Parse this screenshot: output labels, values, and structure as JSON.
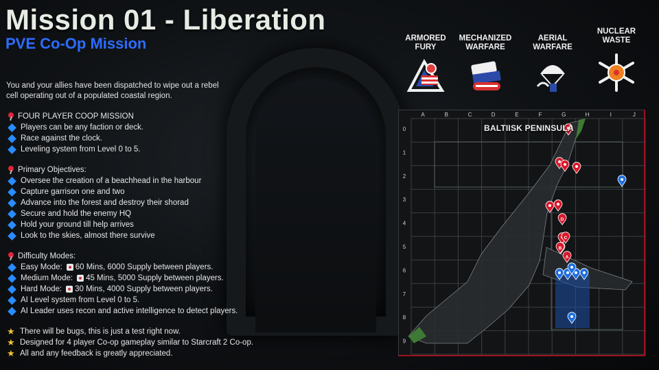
{
  "mission": {
    "title": "Mission 01 - Liberation",
    "subtitle": "PVE Co-Op Mission",
    "intro": "You and your allies have been dispatched to wipe out a rebel cell operating out of a populated coastal region."
  },
  "sections": [
    {
      "heading": "FOUR PLAYER COOP MISSION",
      "items": [
        "Players can be any faction or deck.",
        "Race against the clock.",
        "Leveling system from Level 0 to 5."
      ]
    },
    {
      "heading": "Primary Objectives:",
      "items": [
        "Oversee the creation of a beachhead in the harbour",
        "Capture garrison one and two",
        "Advance into the forest and destroy their shorad",
        "Secure and hold the enemy HQ",
        "Hold your ground till help arrives",
        "Look to the skies, almost there survive"
      ]
    },
    {
      "heading": "Difficulty Modes:",
      "modes": [
        {
          "label": "Easy Mode:",
          "detail": "60 Mins, 6000 Supply between players."
        },
        {
          "label": "Medium Mode:",
          "detail": "45 Mins, 5000 Supply between players."
        },
        {
          "label": "Hard Mode:",
          "detail": "30 Mins, 4000 Supply between players."
        }
      ],
      "items": [
        "AI Level system from Level 0 to 5.",
        "AI Leader uses recon and active intelligence to detect players."
      ]
    }
  ],
  "notes": [
    "There will be bugs, this is just a test right now.",
    "Designed for 4 player Co-op gameplay similar to Starcraft 2 Co-op.",
    "All and any feedback is greatly appreciated."
  ],
  "decks": [
    {
      "line1": "ARMORED",
      "line2": "FURY",
      "icon": "armored-fury-icon"
    },
    {
      "line1": "MECHANIZED",
      "line2": "WARFARE",
      "icon": "mechanized-warfare-icon"
    },
    {
      "line1": "AERIAL",
      "line2": "WARFARE",
      "icon": "aerial-warfare-icon"
    },
    {
      "line1": "NUCLEAR",
      "line2": "WASTE",
      "icon": "nuclear-waste-icon"
    }
  ],
  "map": {
    "label": "BALTIISK PENINSULA",
    "columns": [
      "A",
      "B",
      "C",
      "D",
      "E",
      "F",
      "G",
      "H",
      "I",
      "J"
    ],
    "rows": [
      "0",
      "1",
      "2",
      "3",
      "4",
      "5",
      "6",
      "7",
      "8",
      "9"
    ],
    "objective_markers": [
      "D",
      "C",
      "B",
      "A"
    ]
  },
  "colors": {
    "accent_blue": "#2d6cff",
    "bullet_blue": "#2a8cff",
    "enemy_red": "#d6192b",
    "ally_blue": "#1f6fe0",
    "pin_red": "#e2253a",
    "star_gold": "#f1c232"
  }
}
